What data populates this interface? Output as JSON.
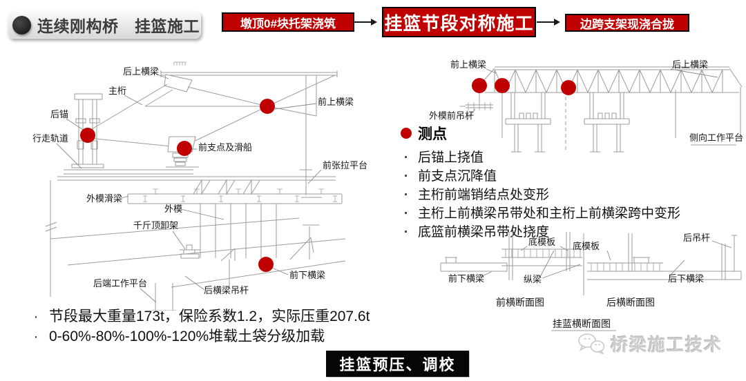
{
  "bullet": "·",
  "header": {
    "title": "连续刚构桥　挂篮施工"
  },
  "flow": {
    "step1": "墩顶0#块托架浇筑",
    "step2": "挂篮节段对称施工",
    "step3": "边跨支架现浇合拢"
  },
  "left_diagram": {
    "labels": {
      "rear_upper_beam": "后上横梁",
      "main_truss": "主桁",
      "rear_anchor": "后锚",
      "travel_track": "行走轨道",
      "front_support": "前支点及滑船",
      "front_upper_beam": "前上横梁",
      "front_tension_platform": "前张拉平台",
      "outer_form_slide_beam": "外模滑梁",
      "outer_form": "外模",
      "jack_unload_frame": "千斤顶卸架",
      "rear_work_platform": "后端工作平台",
      "rear_beam_hanger": "后横梁吊杆",
      "front_lower_beam": "前下横梁"
    }
  },
  "right_diagram": {
    "labels": {
      "front_upper_beam": "前上横梁",
      "rear_upper_beam": "后上横梁",
      "outer_form_front_hanger": "外模前吊杆",
      "side_work_platform": "侧向工作平台"
    }
  },
  "measure_points": {
    "heading": "测点",
    "items": [
      "后锚上挠值",
      "前支点沉降值",
      "主桁前端销结点处变形",
      "主桁上前横梁吊带处和主桁上前横梁跨中变形",
      "底篮前横梁吊带处挠度"
    ]
  },
  "sections": {
    "labels": {
      "bottom_form_left": "底模板",
      "bottom_form_right": "底模板",
      "rear_hanger_rod": "后吊杆",
      "front_lower_beam": "前下横梁",
      "longitudinal_beam": "纵梁",
      "rear_lower_beam": "后下横梁"
    },
    "captions": {
      "front_section": "前横断面图",
      "rear_section": "后横断面图",
      "overall": "挂蓝横断面图"
    }
  },
  "notes": {
    "items": [
      "节段最大重量173t，保险系数1.2，实际压重207.6t",
      "0-60%-80%-100%-120%堆载土袋分级加载"
    ]
  },
  "footer": {
    "stage_label": "挂篮预压、调校",
    "watermark": "桥梁施工技术"
  },
  "colors": {
    "accent_red": "#c00000",
    "stage_box_black": "#060606",
    "drawing_line_gray": "#9b9b9b",
    "watermark_gray": "#cdcdcd"
  }
}
